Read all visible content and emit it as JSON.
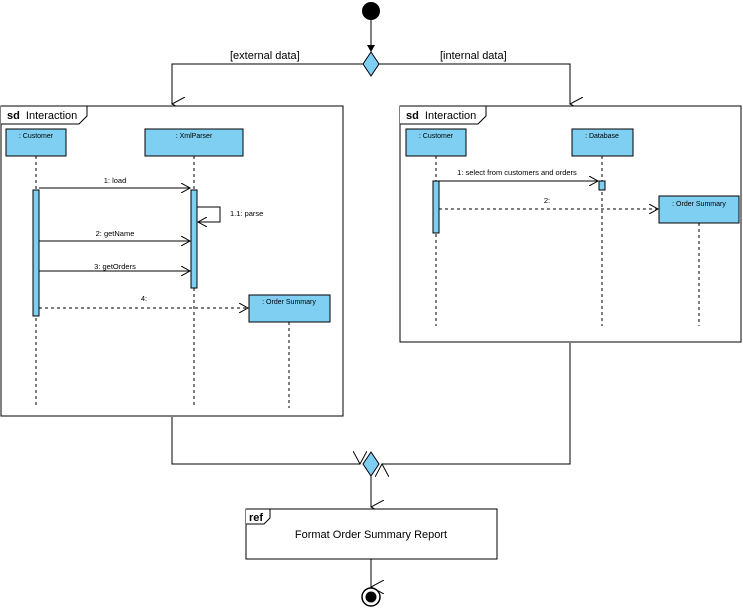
{
  "colors": {
    "fill": "#7fcff2",
    "stroke": "#000000",
    "background": "#ffffff"
  },
  "guards": {
    "left": "[external data]",
    "right": "[internal data]"
  },
  "left_frame": {
    "keyword": "sd",
    "name": "Interaction",
    "lifelines": {
      "customer": ": Customer",
      "parser": ": XmlParser",
      "summary": ": Order Summary"
    },
    "messages": {
      "m1": "1: load",
      "m11": "1.1: parse",
      "m2": "2: getName",
      "m3": "3: getOrders",
      "m4": "4:"
    }
  },
  "right_frame": {
    "keyword": "sd",
    "name": "Interaction",
    "lifelines": {
      "customer": ": Customer",
      "database": ": Database",
      "summary": ": Order Summary"
    },
    "messages": {
      "m1": "1: select from customers and orders",
      "m2": "2:"
    }
  },
  "ref": {
    "keyword": "ref",
    "text": "Format Order Summary Report"
  }
}
